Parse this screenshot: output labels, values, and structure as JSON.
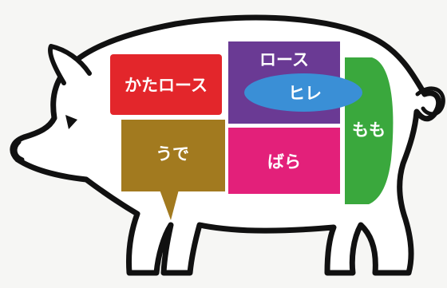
{
  "cuts": {
    "kata_rosu": {
      "label": "かたロース",
      "color": "#e3262b"
    },
    "rosu": {
      "label": "ロース",
      "color": "#6a3a94"
    },
    "hire": {
      "label": "ヒレ",
      "color": "#3a8fd6"
    },
    "momo": {
      "label": "もも",
      "color": "#3aa83d"
    },
    "ude": {
      "label": "うで",
      "color": "#a27a1f"
    },
    "bara": {
      "label": "ばら",
      "color": "#e3207a"
    }
  },
  "colors": {
    "outline": "#111111",
    "body_fill": "#ffffff",
    "background": "#f6f6f4"
  }
}
